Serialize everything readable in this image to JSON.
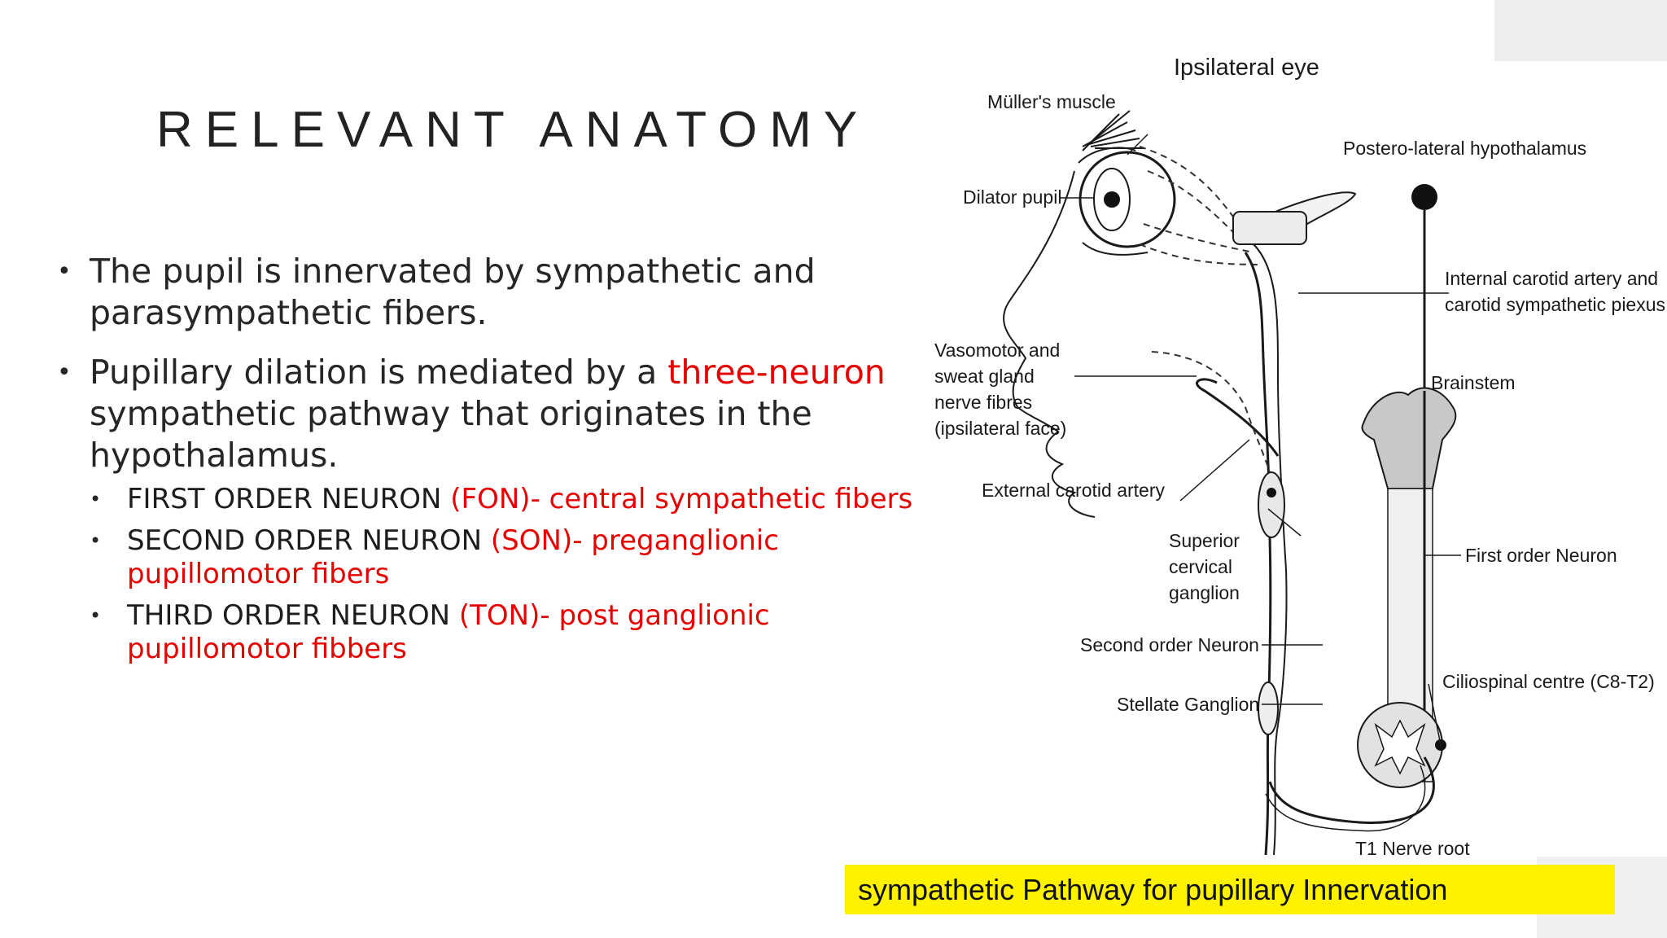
{
  "slide": {
    "title": "RELEVANT ANATOMY",
    "bullets": [
      {
        "text_a": "The pupil is innervated by sympathetic and parasympathetic fibers."
      },
      {
        "text_a": "Pupillary dilation is mediated by a ",
        "text_b": "three-neuron",
        "text_c": " sympathetic pathway that originates in the hypothalamus."
      }
    ],
    "sub_bullets": [
      {
        "label": "FIRST ORDER NEURON ",
        "desc": "(FON)- central sympathetic fibers"
      },
      {
        "label": "SECOND ORDER NEURON ",
        "desc": "(SON)- preganglionic pupillomotor fibers"
      },
      {
        "label": "THIRD ORDER NEURON ",
        "desc": "(TON)- post ganglionic pupillomotor fibbers"
      }
    ]
  },
  "diagram": {
    "labels": {
      "ipsilateral_eye": "Ipsilateral eye",
      "muller_muscle": "Müller's muscle",
      "dilator_pupil": "Dilator pupil",
      "postero_lateral_hypothalamus": "Postero-lateral hypothalamus",
      "internal_carotid_1": "Internal carotid artery and",
      "internal_carotid_2": "carotid sympathetic piexus",
      "vasomotor_1": "Vasomotor and",
      "vasomotor_2": "sweat gland",
      "vasomotor_3": "nerve fibres",
      "vasomotor_4": "(ipsilateral face)",
      "brainstem": "Brainstem",
      "external_carotid": "External carotid artery",
      "superior_1": "Superior",
      "superior_2": "cervical",
      "superior_3": "ganglion",
      "first_order_neuron": "First order Neuron",
      "second_order_neuron": "Second order Neuron",
      "ciliospinal_centre": "Ciliospinal centre (C8-T2)",
      "stellate_ganglion": "Stellate Ganglion",
      "t1_nerve_root": "T1 Nerve root"
    },
    "caption": "sympathetic Pathway for pupillary Innervation"
  },
  "colors": {
    "accent_red": "#e60000",
    "caption_bg": "#fff200"
  }
}
